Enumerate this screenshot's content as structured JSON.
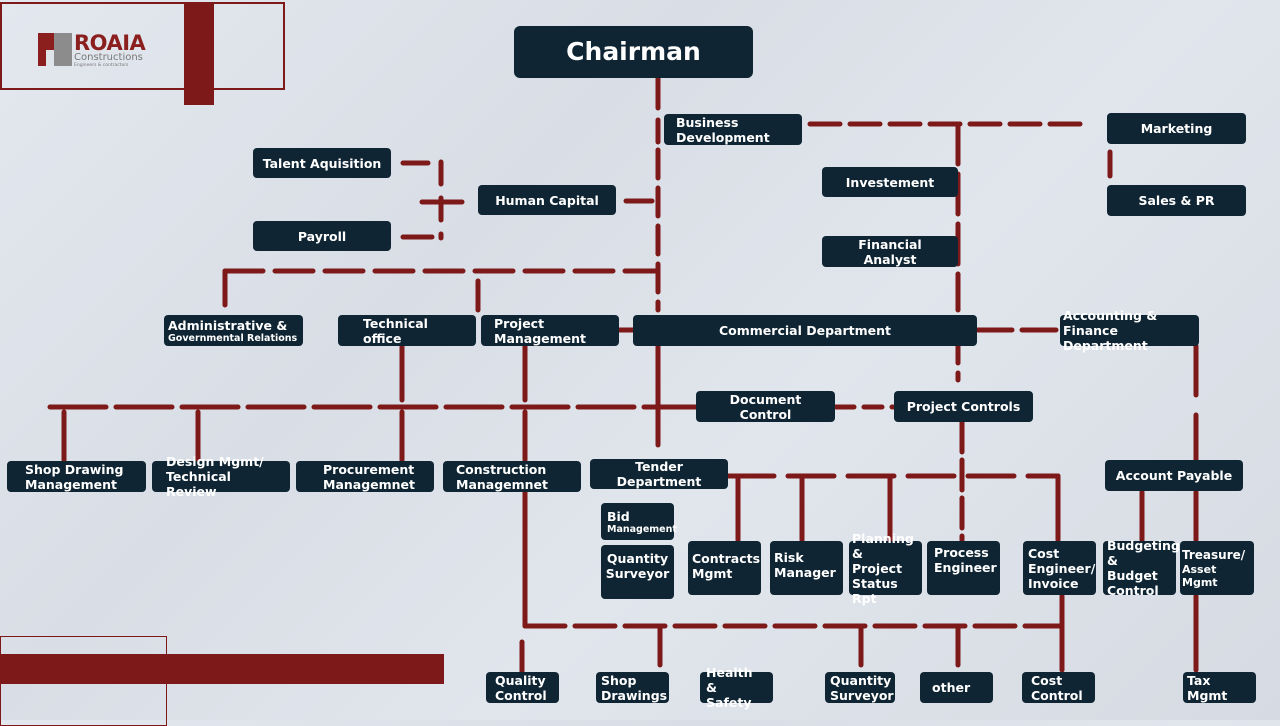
{
  "logo": {
    "title": "ROAIA",
    "subtitle": "Constructions",
    "tagline": "Engineers & contractors"
  },
  "colors": {
    "box": "#0f2533",
    "connector": "#7d1a19",
    "accent": "#7d1a19"
  },
  "org": {
    "chairman": "Chairman",
    "business_development": [
      "Business",
      "Development"
    ],
    "marketing": "Marketing",
    "sales_pr": "Sales & PR",
    "investment": "Investement",
    "financial_analyst": "Financial Analyst",
    "talent_acquisition": "Talent Aquisition",
    "payroll": "Payroll",
    "human_capital": "Human Capital",
    "admin_gov": [
      "Administrative &",
      "Governmental Relations"
    ],
    "technical_office": [
      "Technical",
      "office"
    ],
    "project_management": [
      "Project",
      "Management"
    ],
    "commercial": "Commercial Department",
    "accounting_finance": [
      "Accounting &",
      "Finance Department"
    ],
    "document_control": "Document Control",
    "project_controls": "Project Controls",
    "shop_drawing_mgmt": [
      "Shop Drawing",
      "Management"
    ],
    "design_mgmt": [
      "Design Mgmt/",
      "Technical Review"
    ],
    "procurement": [
      "Procurement",
      "Managemnet"
    ],
    "construction": [
      "Construction",
      "Managemnet"
    ],
    "tender": "Tender Department",
    "bid_mgmt": [
      "Bid",
      "Management"
    ],
    "quantity_surveyor_tender": [
      "Quantity",
      "Surveyor"
    ],
    "contracts": [
      "Contracts",
      "Mgmt"
    ],
    "risk": [
      "Risk",
      "Manager"
    ],
    "planning": [
      "Planning &",
      " Project",
      "Status Rpt"
    ],
    "process_engineer": [
      "Process",
      "Engineer"
    ],
    "cost_engineer": [
      "Cost",
      "Engineer/",
      "Invoice"
    ],
    "account_payable": "Account Payable",
    "budgeting": [
      "Budgeting",
      "& Budget",
      "Control"
    ],
    "treasure": [
      "Treasure/",
      "Asset Mgmt"
    ],
    "quality_control": [
      "Quality",
      "Control"
    ],
    "shop_drawings": [
      "Shop",
      "Drawings"
    ],
    "health_safety": [
      "Health &",
      "Safety"
    ],
    "quantity_surveyor_site": [
      "Quantity",
      "Surveyor"
    ],
    "other": "other",
    "cost_control": [
      "Cost",
      "Control"
    ],
    "tax": [
      "Tax",
      "Mgmt"
    ]
  }
}
